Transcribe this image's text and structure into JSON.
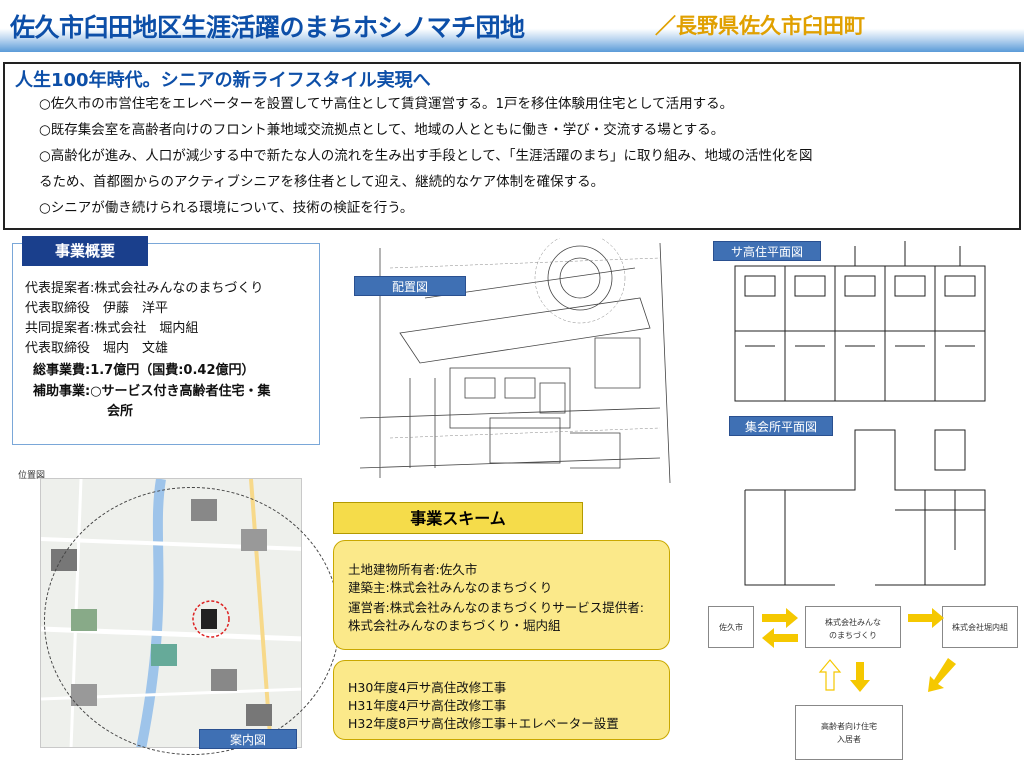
{
  "header": {
    "title": "佐久市臼田地区生涯活躍のまちホシノマチ団地",
    "location": "／長野県佐久市臼田町"
  },
  "intro": {
    "heading": "人生100年時代。シニアの新ライフスタイル実現へ",
    "lines": [
      "○佐久市の市営住宅をエレベーターを設置してサ高住として賃貸運営する。1戸を移住体験用住宅として活用する。",
      "○既存集会室を高齢者向けのフロント兼地域交流拠点として、地域の人とともに働き・学び・交流する場とする。",
      "○高齢化が進み、人口が減少する中で新たな人の流れを生み出す手段として、「生涯活躍のまち」に取り組み、地域の活性化を図",
      "るため、首都圏からのアクティブシニアを移住者として迎え、継続的なケア体制を確保する。",
      "○シニアが働き続けられる環境について、技術の検証を行う。"
    ]
  },
  "overview": {
    "label": "事業概要",
    "lines": [
      "代表提案者:株式会社みんなのまちづくり",
      "代表取締役　伊藤　洋平",
      "共同提案者:株式会社　堀内組",
      "代表取締役　堀内　文雄",
      "総事業費:1.7億円（国費:0.42億円）",
      "補助事業:○サービス付き高齢者住宅・集",
      "会所"
    ]
  },
  "drawings": {
    "site_plan_label": "配置図",
    "housing_plan_label": "サ高住平面図",
    "hall_plan_label": "集会所平面図",
    "map_label": "案内図",
    "map_caption": "位置図"
  },
  "scheme": {
    "label": "事業スキーム",
    "roles": [
      "土地建物所有者:佐久市",
      "建築主:株式会社みんなのまちづくり",
      "運営者:株式会社みんなのまちづくりサービス提供者:",
      "株式会社みんなのまちづくり・堀内組"
    ],
    "schedule": [
      "H30年度4戸サ高住改修工事",
      "H31年度4戸サ高住改修工事",
      "H32年度8戸サ高住改修工事＋エレベーター設置"
    ]
  },
  "flow": {
    "city": "佐久市",
    "company": "株式会社みんな\nのまちづくり",
    "partner": "株式会社堀内組",
    "residents": "高齢者向け住宅\n入居者"
  },
  "colors": {
    "title_blue": "#0d4fa8",
    "location_gold": "#e0a000",
    "label_navy": "#1a3f8c",
    "label_blue": "#3f70b4",
    "scheme_yellow": "#fbe98a",
    "arrow_yellow": "#f5c800"
  }
}
